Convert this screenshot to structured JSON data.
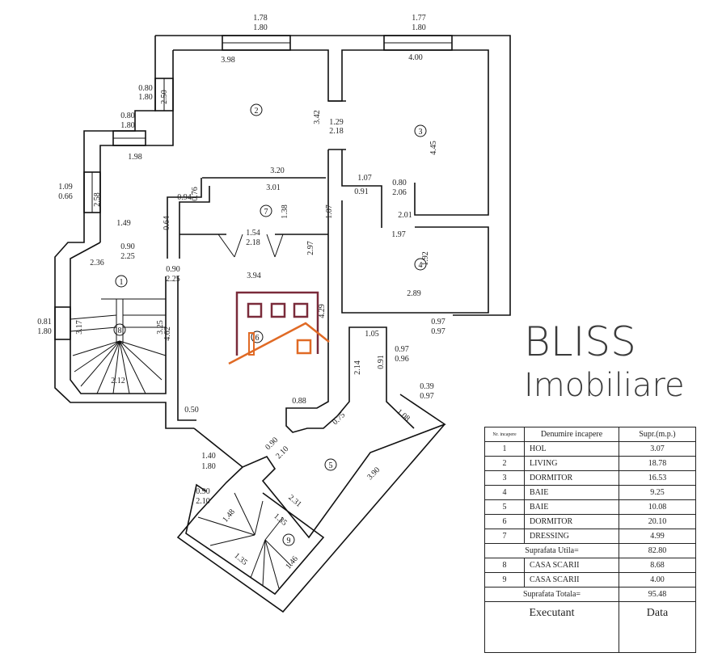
{
  "brand": {
    "line1": "BLISS",
    "line2": "Imobiliare",
    "colors": {
      "maroon": "#7a2b3a",
      "orange": "#e06a25"
    }
  },
  "rooms": [
    "1",
    "2",
    "3",
    "4",
    "5",
    "6",
    "7",
    "8",
    "9"
  ],
  "dims": [
    "1.78",
    "1.80",
    "1.77",
    "1.80",
    "3.98",
    "4.00",
    "0.80",
    "1.80",
    "2.50",
    "0.80",
    "1.80",
    "1.98",
    "3.42",
    "1.29",
    "2.18",
    "4.45",
    "3.20",
    "3.01",
    "1.07",
    "0.80",
    "2.06",
    "0.91",
    "0.94",
    "0.76",
    "1.09",
    "0.66",
    "2.58",
    "1.38",
    "1.07",
    "2.01",
    "0.64",
    "1.49",
    "1.97",
    "1.54",
    "2.18",
    "2.97",
    "1.92",
    "0.90",
    "2.25",
    "2.36",
    "0.90",
    "2.25",
    "3.94",
    "2.89",
    "4.29",
    "0.81",
    "1.80",
    "3.17",
    "3.25",
    "4.62",
    "1.05",
    "0.97",
    "0.97",
    "0.91",
    "0.97",
    "0.96",
    "2.14",
    "2.12",
    "0.39",
    "0.97",
    "0.88",
    "0.50",
    "1.08",
    "0.75",
    "0.90",
    "2.10",
    "1.40",
    "1.80",
    "3.90",
    "0.90",
    "2.10",
    "2.31",
    "1.48",
    "1.35",
    "1.35",
    "1.46"
  ],
  "table": {
    "headers": [
      "Nr. incapere",
      "Denumire  incapere",
      "Supr.(m.p.)"
    ],
    "rows": [
      {
        "nr": "1",
        "name": "HOL",
        "area": "3.07"
      },
      {
        "nr": "2",
        "name": "LIVING",
        "area": "18.78"
      },
      {
        "nr": "3",
        "name": "DORMITOR",
        "area": "16.53"
      },
      {
        "nr": "4",
        "name": "BAIE",
        "area": "9.25"
      },
      {
        "nr": "5",
        "name": "BAIE",
        "area": "10.08"
      },
      {
        "nr": "6",
        "name": "DORMITOR",
        "area": "20.10"
      },
      {
        "nr": "7",
        "name": "DRESSING",
        "area": "4.99"
      }
    ],
    "subtotal": {
      "label": "Suprafata Utila=",
      "value": "82.80"
    },
    "rows2": [
      {
        "nr": "8",
        "name": "CASA SCARII",
        "area": "8.68"
      },
      {
        "nr": "9",
        "name": "CASA SCARII",
        "area": "4.00"
      }
    ],
    "total": {
      "label": "Suprafata Totala=",
      "value": "95.48"
    },
    "footer": {
      "executant": "Executant",
      "data": "Data"
    }
  }
}
